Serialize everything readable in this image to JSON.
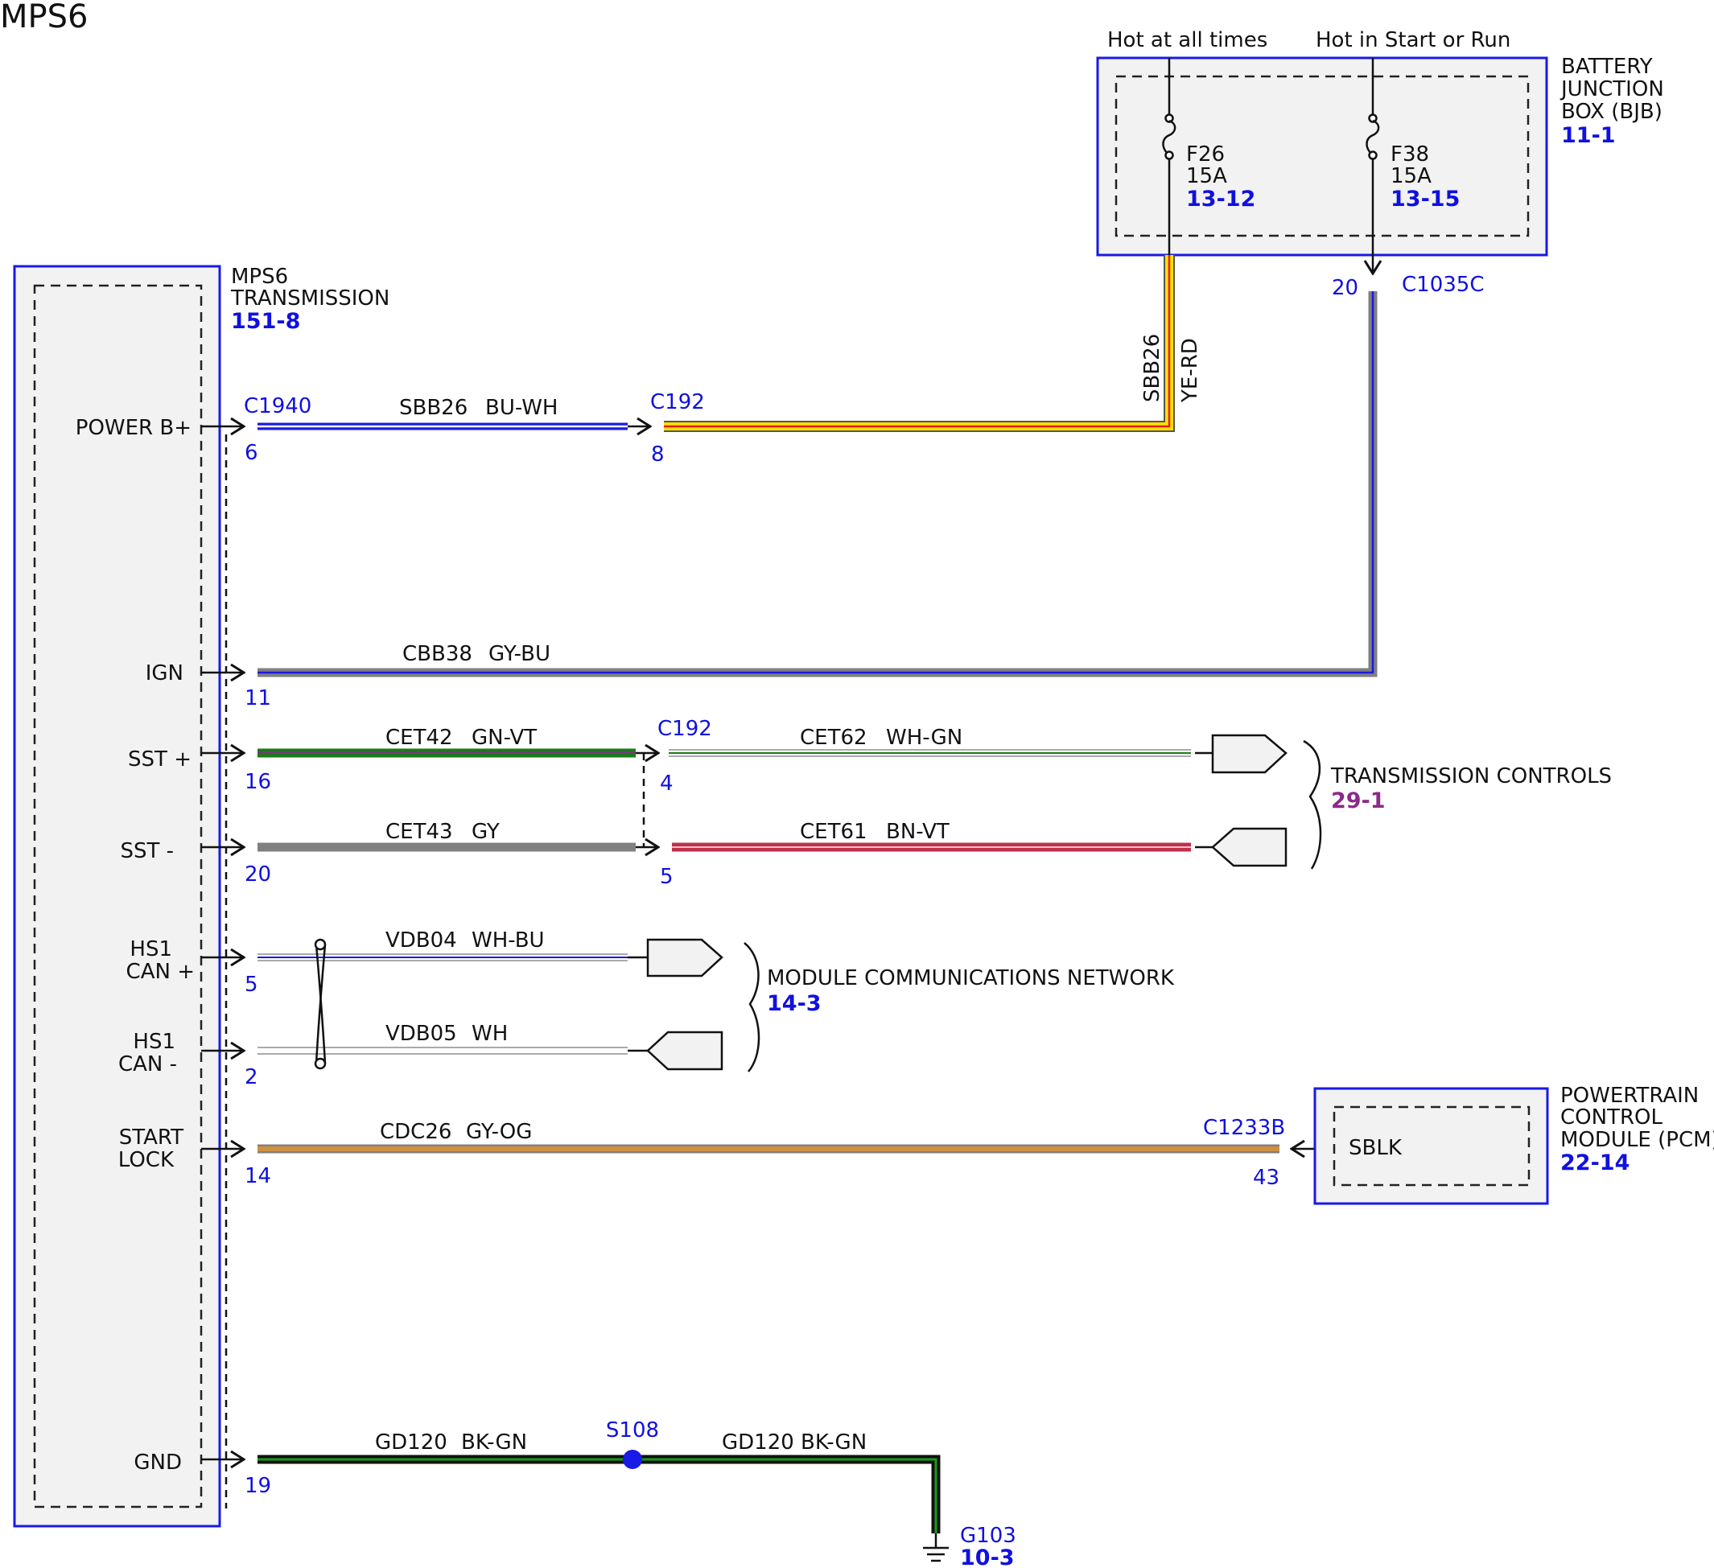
{
  "page_title": "MPS6",
  "transmission": {
    "line1": "MPS6",
    "line2": "TRANSMISSION",
    "ref": "151-8"
  },
  "pins": {
    "power": "POWER B+",
    "ign": "IGN",
    "sst_plus": "SST +",
    "sst_minus": "SST -",
    "hs1_plus_1": "HS1",
    "hs1_plus_2": "CAN +",
    "hs1_minus_1": "HS1",
    "hs1_minus_2": "CAN -",
    "start_1": "START",
    "start_2": "LOCK",
    "gnd": "GND"
  },
  "pin_numbers": {
    "power": "6",
    "ign": "11",
    "sst_plus": "16",
    "sst_minus": "20",
    "can_plus": "5",
    "can_minus": "2",
    "start": "14",
    "gnd": "19"
  },
  "bjb": {
    "line1": "BATTERY",
    "line2": "JUNCTION",
    "line3": "BOX (BJB)",
    "ref": "11-1",
    "hot_always": "Hot at all times",
    "hot_start_run": "Hot in Start or Run",
    "fuse1": {
      "name": "F26",
      "rating": "15A",
      "ref": "13-12"
    },
    "fuse2": {
      "name": "F38",
      "rating": "15A",
      "ref": "13-15"
    },
    "connector": "C1035C",
    "pin": "20"
  },
  "connectors": {
    "c1940": "C1940",
    "c192_a": "C192",
    "c192_a_pin": "8",
    "c192_b": "C192",
    "c192_b_pin1": "4",
    "c192_b_pin2": "5",
    "c1233b": "C1233B",
    "c1233b_pin": "43"
  },
  "wires": {
    "sbb26_circuit": "SBB26",
    "sbb26_color": "BU-WH",
    "sbb26v_circuit": "SBB26",
    "sbb26v_color": "YE-RD",
    "cbb38_circuit": "CBB38",
    "cbb38_color": "GY-BU",
    "cet42_circuit": "CET42",
    "cet42_color": "GN-VT",
    "cet62_circuit": "CET62",
    "cet62_color": "WH-GN",
    "cet43_circuit": "CET43",
    "cet43_color": "GY",
    "cet61_circuit": "CET61",
    "cet61_color": "BN-VT",
    "vdb04_circuit": "VDB04",
    "vdb04_color": "WH-BU",
    "vdb05_circuit": "VDB05",
    "vdb05_color": "WH",
    "cdc26_circuit": "CDC26",
    "cdc26_color": "GY-OG",
    "gd120a_circuit": "GD120",
    "gd120a_color": "BK-GN",
    "gd120b": "GD120 BK-GN"
  },
  "transmission_controls": {
    "label": "TRANSMISSION CONTROLS",
    "ref": "29-1"
  },
  "mcn": {
    "label": "MODULE COMMUNICATIONS NETWORK",
    "ref": "14-3"
  },
  "pcm": {
    "line1": "POWERTRAIN",
    "line2": "CONTROL",
    "line3": "MODULE (PCM)",
    "ref": "22-14",
    "pin_label": "SBLK"
  },
  "splice": {
    "name": "S108"
  },
  "ground": {
    "name": "G103",
    "ref": "10-3"
  },
  "colors": {
    "blue": "#1a1ae6",
    "yellow": "#ffe000",
    "red": "#e0201a",
    "gray": "#808080",
    "green": "#1a7a1a",
    "brown_red": "#c0304a",
    "orange": "#d09040",
    "black": "#111111",
    "purple": "#8a2a8a"
  }
}
